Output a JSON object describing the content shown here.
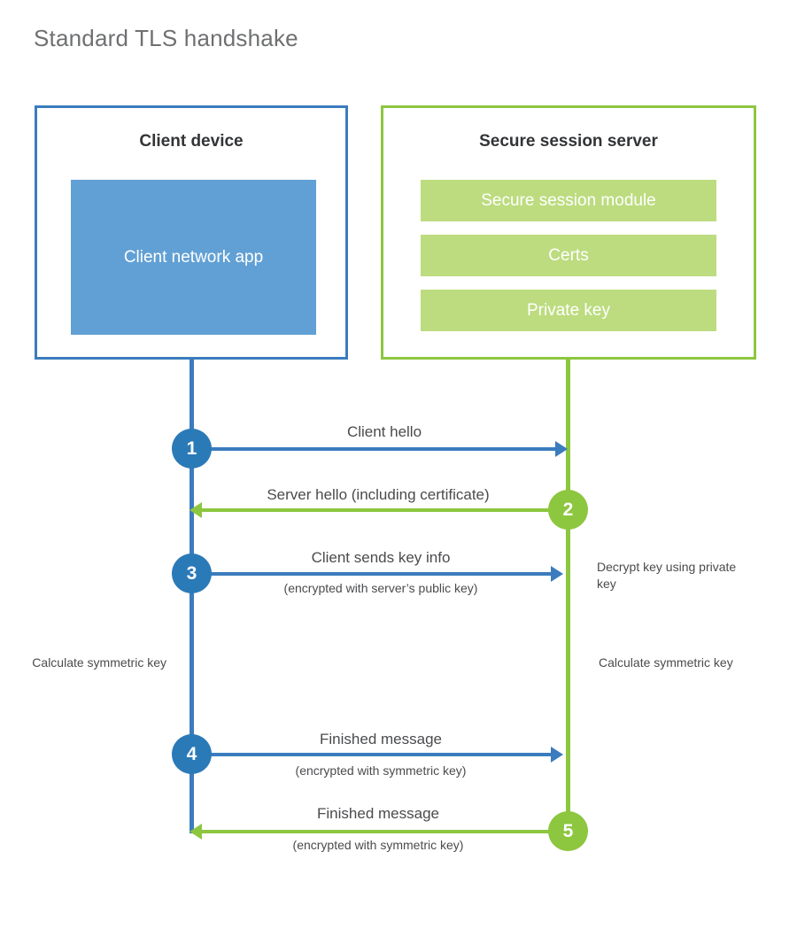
{
  "title": "Standard TLS handshake",
  "colors": {
    "client_accent": "#3b7cbe",
    "client_circle": "#2b7ab8",
    "client_fill": "#61a0d4",
    "server_accent": "#8dc63f",
    "server_fill": "#bcdc7f",
    "title_text": "#6f7072",
    "body_text": "#4a4b4d"
  },
  "client": {
    "title": "Client device",
    "app_label": "Client network app"
  },
  "server": {
    "title": "Secure session server",
    "modules": [
      {
        "label": "Secure session module"
      },
      {
        "label": "Certs"
      },
      {
        "label": "Private key"
      }
    ]
  },
  "steps": [
    {
      "number": "1",
      "label": "Client hello",
      "sublabel": "",
      "direction": "client-to-server",
      "color": "blue"
    },
    {
      "number": "2",
      "label": "Server hello (including certificate)",
      "sublabel": "",
      "direction": "server-to-client",
      "color": "green"
    },
    {
      "number": "3",
      "label": "Client sends key info",
      "sublabel": "(encrypted with server’s public key)",
      "direction": "client-to-server",
      "color": "blue"
    },
    {
      "number": "4",
      "label": "Finished message",
      "sublabel": "(encrypted with symmetric key)",
      "direction": "client-to-server",
      "color": "blue"
    },
    {
      "number": "5",
      "label": "Finished message",
      "sublabel": "(encrypted with symmetric key)",
      "direction": "server-to-client",
      "color": "green"
    }
  ],
  "notes": {
    "server_decrypt": "Decrypt key using private key",
    "client_calculate": "Calculate symmetric key",
    "server_calculate": "Calculate symmetric key"
  }
}
